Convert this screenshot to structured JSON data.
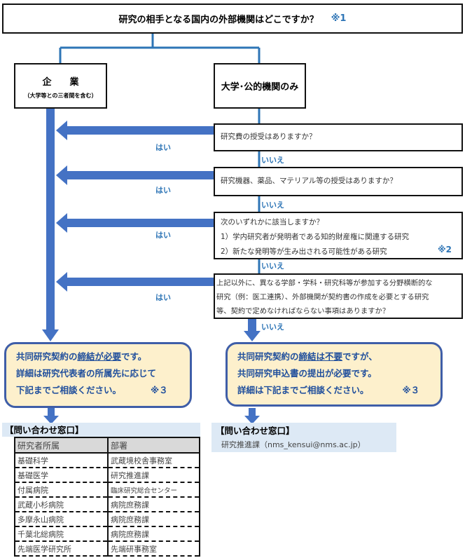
{
  "title": {
    "text": "研究の相手となる国内の外部機関はどこですか？",
    "note": "※1"
  },
  "branches": {
    "company": {
      "label": "企　　業",
      "sub": "（大学等との三者間を含む）"
    },
    "university": {
      "label": "大学･公的機関のみ"
    }
  },
  "questions": [
    {
      "lines": [
        "研究費の授受はありますか？"
      ]
    },
    {
      "lines": [
        "研究機器、薬品、マテリアル等の授受はありますか？"
      ]
    },
    {
      "lines": [
        "次のいずれかに該当しますか？",
        "1）学内研究者が発明者である知的財産権に関連する研究",
        "2）新たな発明等が生み出される可能性がある研究"
      ],
      "note": "※2"
    },
    {
      "lines": [
        "上記以外に、異なる学部・学科・研究科等が参加する分野横断的な",
        "研究（例：医工連携）、外部機関が契約書の作成を必要とする研究",
        "等、契約で定めなければならない事項はありますか？"
      ]
    }
  ],
  "yes_label": "はい",
  "no_label": "いいえ",
  "results": {
    "left": {
      "l1a": "共同研究契約の",
      "l1u": "締結が必要",
      "l1b": "です。",
      "l2": "詳細は研究代表者の所属先に応じて",
      "l3": "下記までご相談ください。",
      "note": "※３"
    },
    "right": {
      "l1a": "共同研究契約の",
      "l1u": "締結は不要",
      "l1b": "ですが、",
      "l2": "共同研究申込書の提出が必要です。",
      "l3": "詳細は下記までご相談ください。",
      "note": "※３"
    }
  },
  "contacts": {
    "left": {
      "header": "【問い合わせ窓口】",
      "columns": [
        "研究者所属",
        "部署"
      ],
      "rows": [
        [
          "基礎科学",
          "武蔵境校舎事務室"
        ],
        [
          "基礎医学",
          "研究推進課"
        ],
        [
          "付属病院",
          "臨床研究総合センター"
        ],
        [
          "武蔵小杉病院",
          "病院庶務課"
        ],
        [
          "多摩永山病院",
          "病院庶務課"
        ],
        [
          "千葉北総病院",
          "病院庶務課"
        ],
        [
          "先端医学研究所",
          "先端研事務室"
        ]
      ]
    },
    "right": {
      "header": "【問い合わせ窓口】",
      "text": "研究推進課（nms_kensui@nms.ac.jp）"
    }
  },
  "colors": {
    "arrow": "#4472c4",
    "line": "#2e75b6",
    "result_fill": "#fdf0cc",
    "result_border": "#3f5ea8",
    "contact_bg": "#dde9f5"
  }
}
